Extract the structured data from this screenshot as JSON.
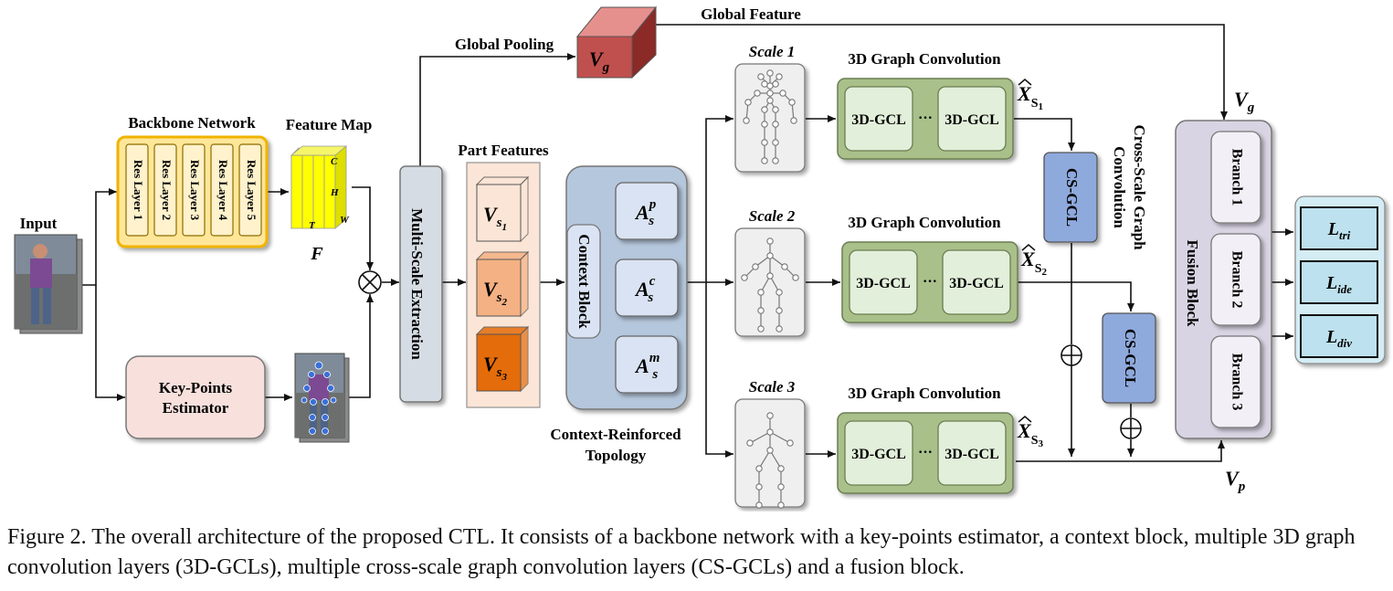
{
  "diagram": {
    "input_label": "Input",
    "backbone_title": "Backbone Network",
    "res_layers": [
      "Res Layer 1",
      "Res Layer 2",
      "Res Layer 3",
      "Res Layer 4",
      "Res Layer 5"
    ],
    "feature_map_title": "Feature Map",
    "feature_map_symbol": "F",
    "fm_c": "C",
    "fm_h": "H",
    "fm_w": "W",
    "fm_t": "T",
    "keypoints_estimator": [
      "Key-Points",
      "Estimator"
    ],
    "multiscale_extraction": "Multi-Scale Extraction",
    "global_pooling": "Global Pooling",
    "global_feature": "Global Feature",
    "vg_base": "V",
    "vg_sub": "g",
    "part_features_title": "Part Features",
    "part_features": [
      {
        "base": "V",
        "sub": "s",
        "subsub": "1",
        "color": "#fbe5d6"
      },
      {
        "base": "V",
        "sub": "s",
        "subsub": "2",
        "color": "#f4b183"
      },
      {
        "base": "V",
        "sub": "s",
        "subsub": "3",
        "color": "#e46c0a"
      }
    ],
    "context_block": "Context Block",
    "adjacency": [
      {
        "base": "A",
        "sub": "s",
        "sup": "p"
      },
      {
        "base": "A",
        "sub": "s",
        "sup": "c"
      },
      {
        "base": "A",
        "sub": "s",
        "sup": "m"
      }
    ],
    "ctx_topology": [
      "Context-Reinforced",
      "Topology"
    ],
    "scales": [
      "Scale 1",
      "Scale 2",
      "Scale 3"
    ],
    "graph_conv_title": "3D Graph Convolution",
    "gcl_label": "3D-GCL",
    "ellipsis": "···",
    "xhat": [
      {
        "base": "X",
        "sub": "S",
        "subsub": "1"
      },
      {
        "base": "X",
        "sub": "S",
        "subsub": "2"
      },
      {
        "base": "X",
        "sub": "S",
        "subsub": "3"
      }
    ],
    "csgcl_label": "CS-GCL",
    "cross_scale_title": [
      "Cross-Scale Graph",
      "Convolution"
    ],
    "fusion_block": "Fusion Block",
    "branches": [
      "Branch 1",
      "Branch 2",
      "Branch 3"
    ],
    "vp_base": "V",
    "vp_sub": "p",
    "losses": [
      {
        "base": "L",
        "sub": "tri"
      },
      {
        "base": "L",
        "sub": "ide"
      },
      {
        "base": "L",
        "sub": "div"
      }
    ],
    "colors": {
      "backbone_fill": "#ffe699",
      "backbone_border": "#f0b400",
      "res_fill": "#fff2cc",
      "feature_yellow": "#ffff00",
      "keypoints_fill": "#f8e0dc",
      "mse_fill": "#d6dce4",
      "part_panel": "#fbe5d6",
      "ctx_fill": "#b5c7dc",
      "adj_fill": "#dae3f3",
      "gc_fill": "#a9c08a",
      "gcl_fill": "#e2efda",
      "csgcl_fill": "#8ea9db",
      "fusion_fill": "#d9d4e3",
      "loss_fill": "#bde1ee",
      "vg_fill": "#c0504d"
    }
  },
  "caption": "Figure 2. The overall architecture of the proposed CTL. It consists of a backbone network with a key-points estimator, a context block, multiple 3D graph convolution layers (3D-GCLs), multiple cross-scale graph convolution layers (CS-GCLs) and a fusion block."
}
